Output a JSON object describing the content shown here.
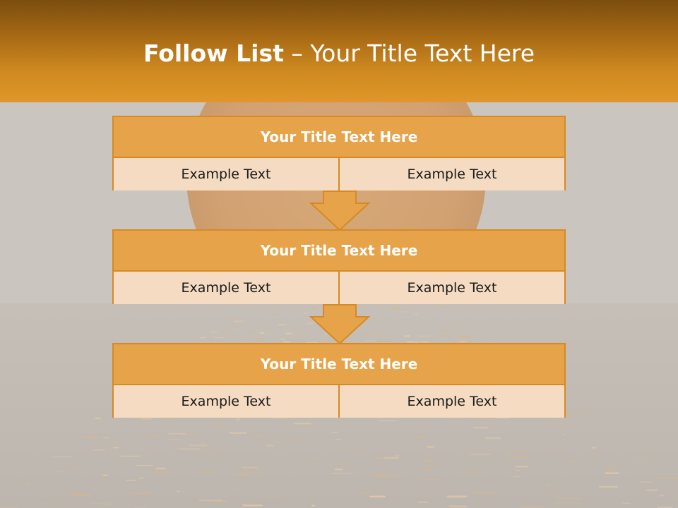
{
  "slide": {
    "title_bold": "Follow List",
    "title_rest": " – Your Title Text Here"
  },
  "blocks": [
    {
      "title": "Your Title Text Here",
      "left": "Example Text",
      "right": "Example Text"
    },
    {
      "title": "Your Title Text Here",
      "left": "Example Text",
      "right": "Example Text"
    },
    {
      "title": "Your Title Text Here",
      "left": "Example Text",
      "right": "Example Text"
    }
  ],
  "colors": {
    "header_dark": "#7b4d10",
    "header_light": "#e0962a",
    "block_title_fill": "#e6a34a",
    "block_cell_fill": "#f4dbc2",
    "border": "#d68a23",
    "background": "#cbc5c0"
  }
}
